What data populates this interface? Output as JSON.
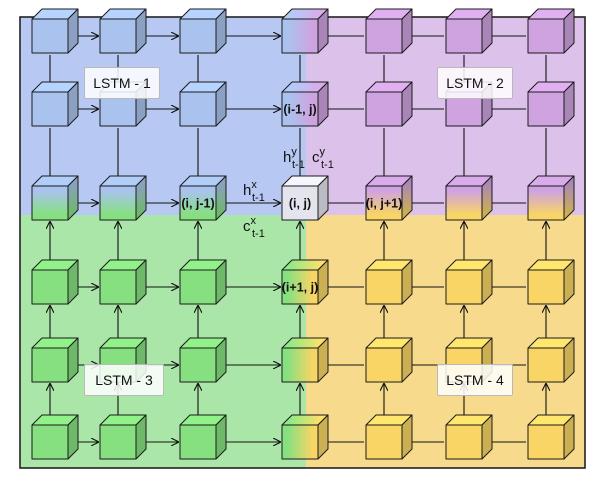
{
  "quadrants": [
    {
      "label": "LSTM - 1",
      "color": "#b7c9f3"
    },
    {
      "label": "LSTM - 2",
      "color": "#dcc2eb"
    },
    {
      "label": "LSTM - 3",
      "color": "#a9e6a7"
    },
    {
      "label": "LSTM - 4",
      "color": "#f7da8c"
    }
  ],
  "cells": {
    "top": "(i-1, j)",
    "left": "(i, j-1)",
    "center": "(i, j)",
    "right": "(i, j+1)",
    "bottom": "(i+1, j)"
  },
  "state_labels": {
    "hx": {
      "base": "h",
      "sup": "x",
      "sub": "t-1"
    },
    "cx": {
      "base": "c",
      "sup": "x",
      "sub": "t-1"
    },
    "hy": {
      "base": "h",
      "sup": "y",
      "sub": "t-1"
    },
    "cy": {
      "base": "c",
      "sup": "y",
      "sub": "t-1"
    }
  },
  "cube_colors": {
    "blue": "#a9c3ee",
    "purple": "#cfa3e0",
    "green": "#86e080",
    "yellow": "#f8d565",
    "center": "#e4e4ef"
  }
}
